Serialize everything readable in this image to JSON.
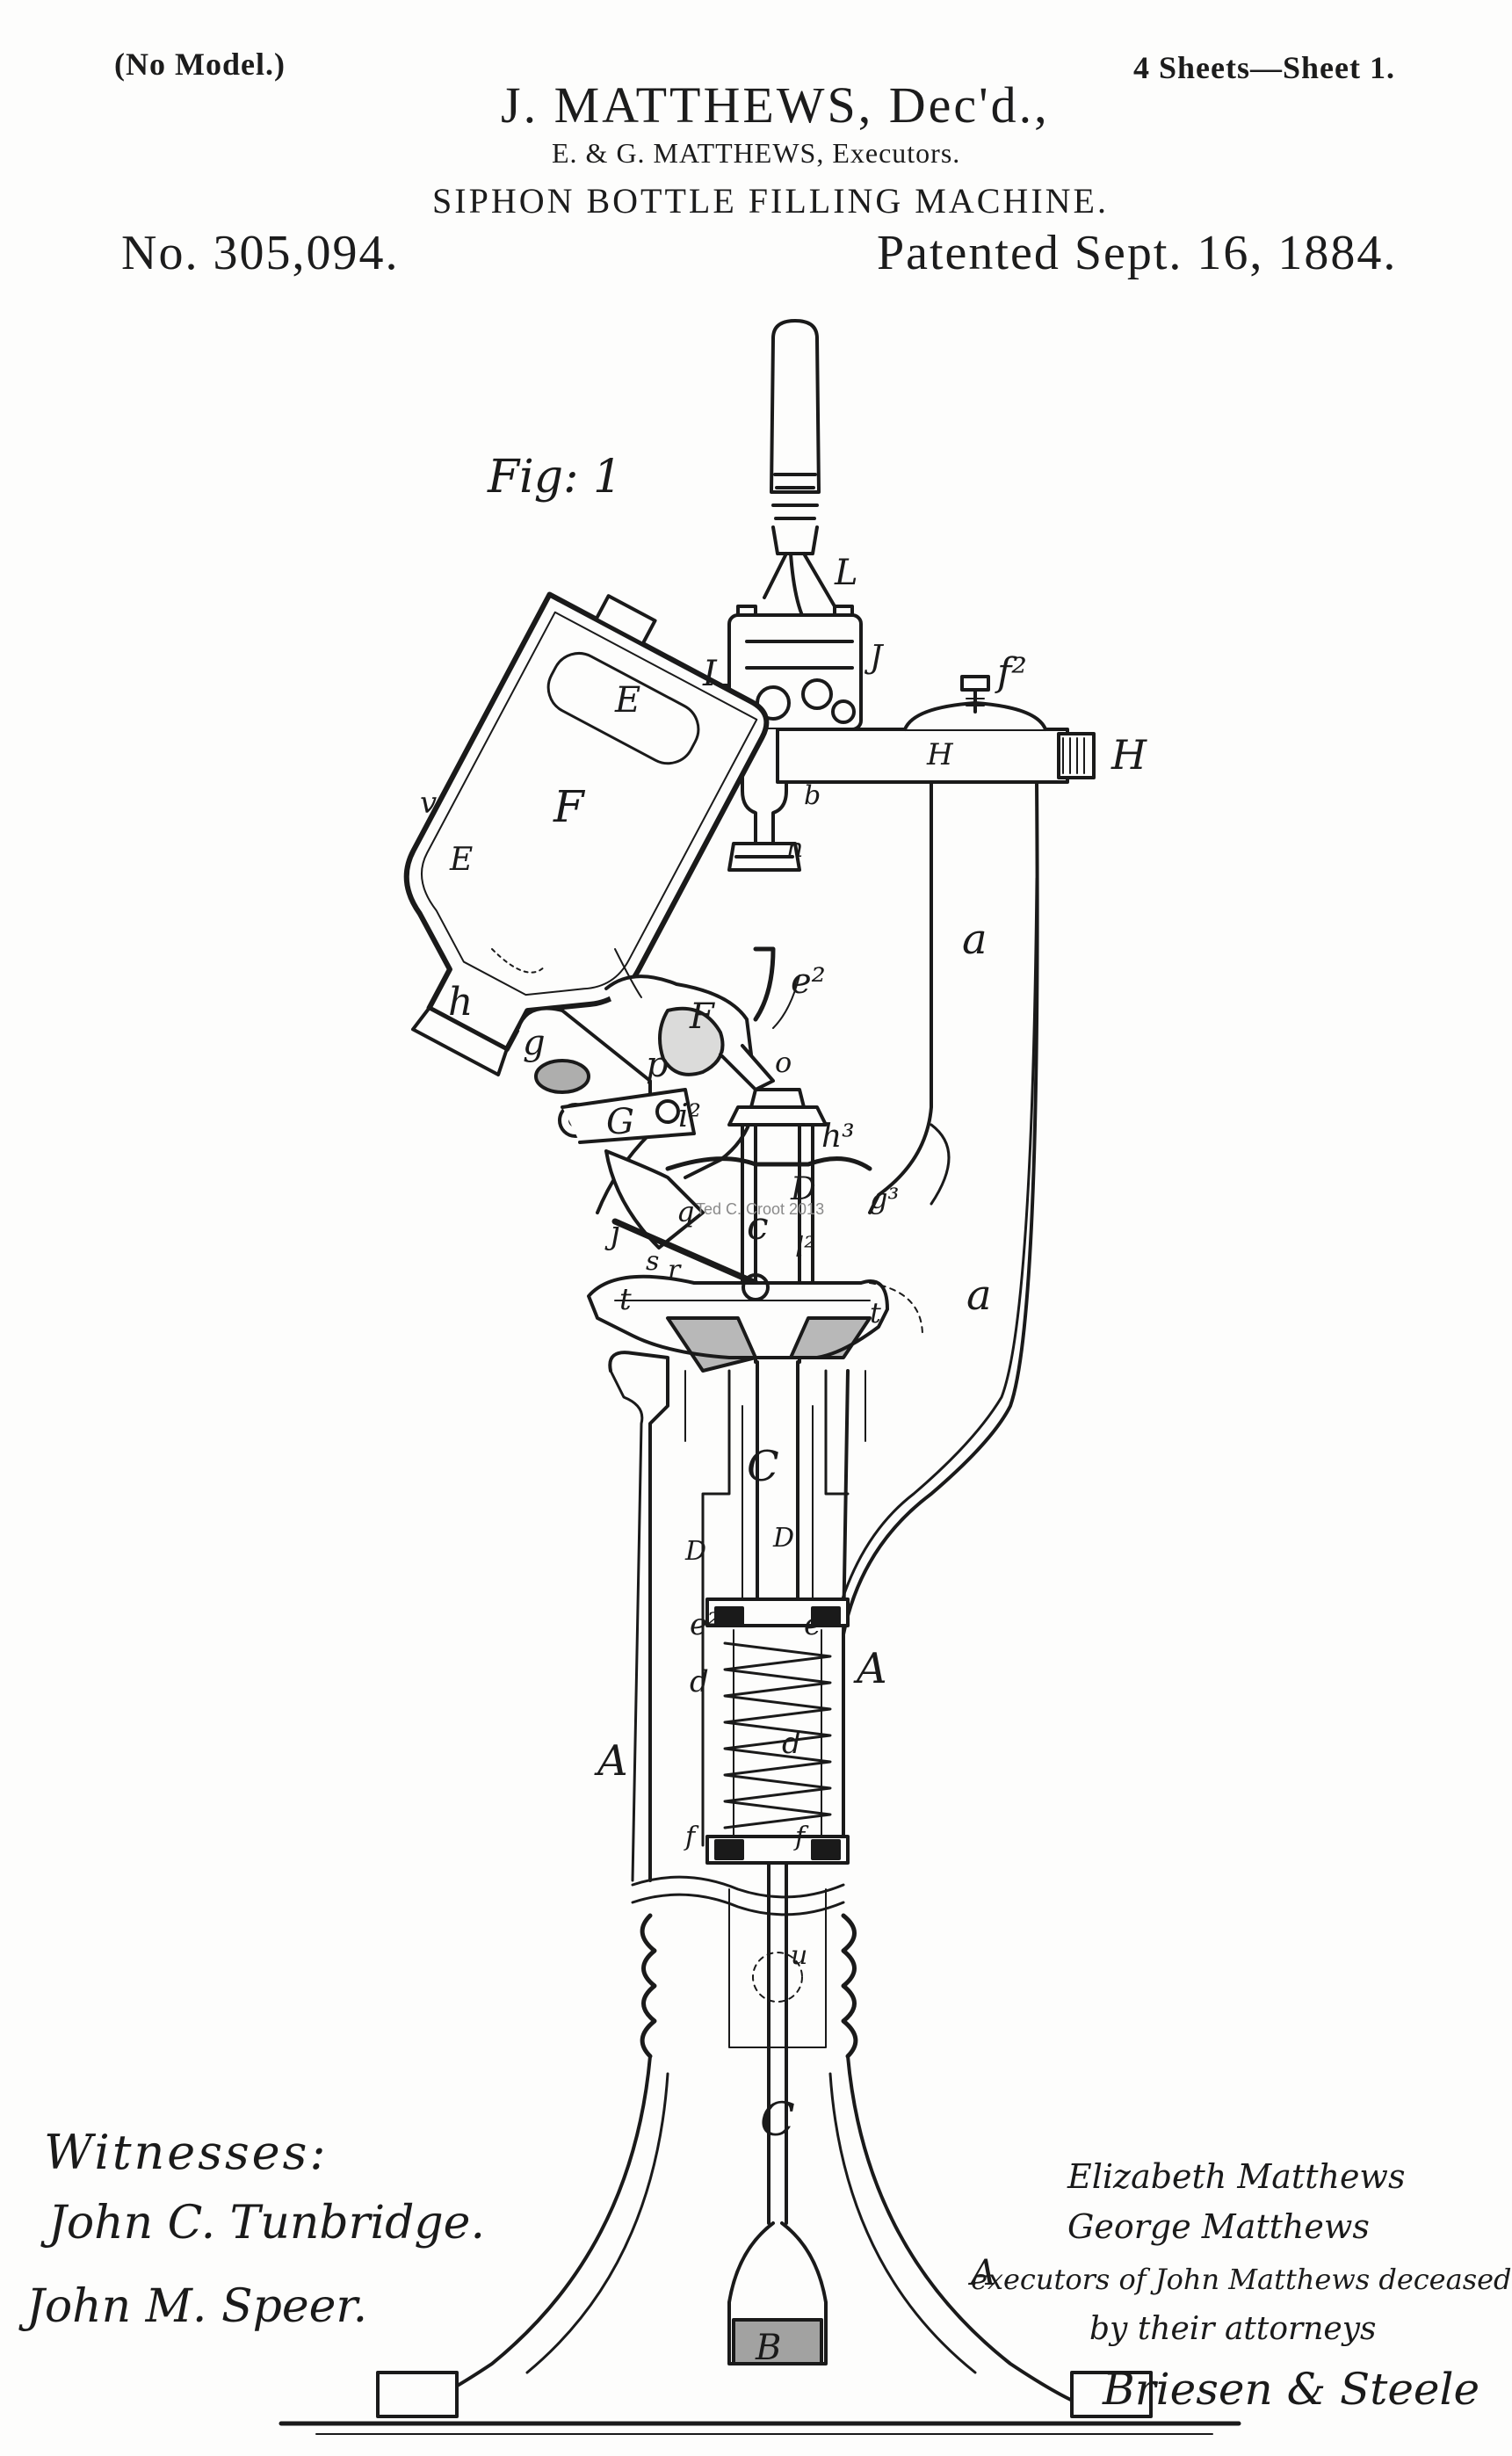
{
  "header": {
    "no_model": "(No Model.)",
    "sheets": "4 Sheets—Sheet 1.",
    "inventor": "J. MATTHEWS, Dec'd.,",
    "executors": "E. & G. MATTHEWS, Executors.",
    "title": "SIPHON BOTTLE FILLING MACHINE.",
    "patent_number": "No. 305,094.",
    "patent_date": "Patented Sept. 16, 1884."
  },
  "figure": {
    "fig_label": "Fig: 1",
    "watermark": "Ted C. Croot 2013",
    "labels": {
      "L": "L",
      "I": "I",
      "J": "J",
      "f2": "f²",
      "H": "H",
      "H_end": "H",
      "E": "E",
      "F": "F",
      "b": "b",
      "v": "v",
      "E_lower": "E",
      "n": "n",
      "a_upper": "a",
      "h": "h",
      "e2_top": "e²",
      "F_small": "F",
      "g": "g",
      "p": "p",
      "o": "o",
      "G": "G",
      "i2": "i²",
      "h3": "h³",
      "D_upper": "D",
      "g_right": "g³",
      "j": "j",
      "q": "q",
      "c": "c",
      "l2": "l²",
      "s": "s",
      "r": "r",
      "t_left": "t",
      "t_right": "t",
      "a_lower": "a",
      "C_upper": "C",
      "D_left": "D",
      "D_mid": "D",
      "e2": "e²",
      "e": "e",
      "d_left": "d",
      "A_right": "A",
      "d_right": "d",
      "A_left": "A",
      "f_left": "f",
      "f_right": "f",
      "u": "u",
      "C_lower": "C",
      "A_base": "A",
      "B": "B"
    }
  },
  "witnesses": {
    "label": "Witnesses:",
    "names": [
      "John C. Tunbridge.",
      "John M. Speer."
    ]
  },
  "signature": {
    "lines": [
      "Elizabeth Matthews",
      "George Matthews",
      "executors of John Matthews deceased",
      "by their attorneys",
      "Briesen & Steele"
    ]
  }
}
